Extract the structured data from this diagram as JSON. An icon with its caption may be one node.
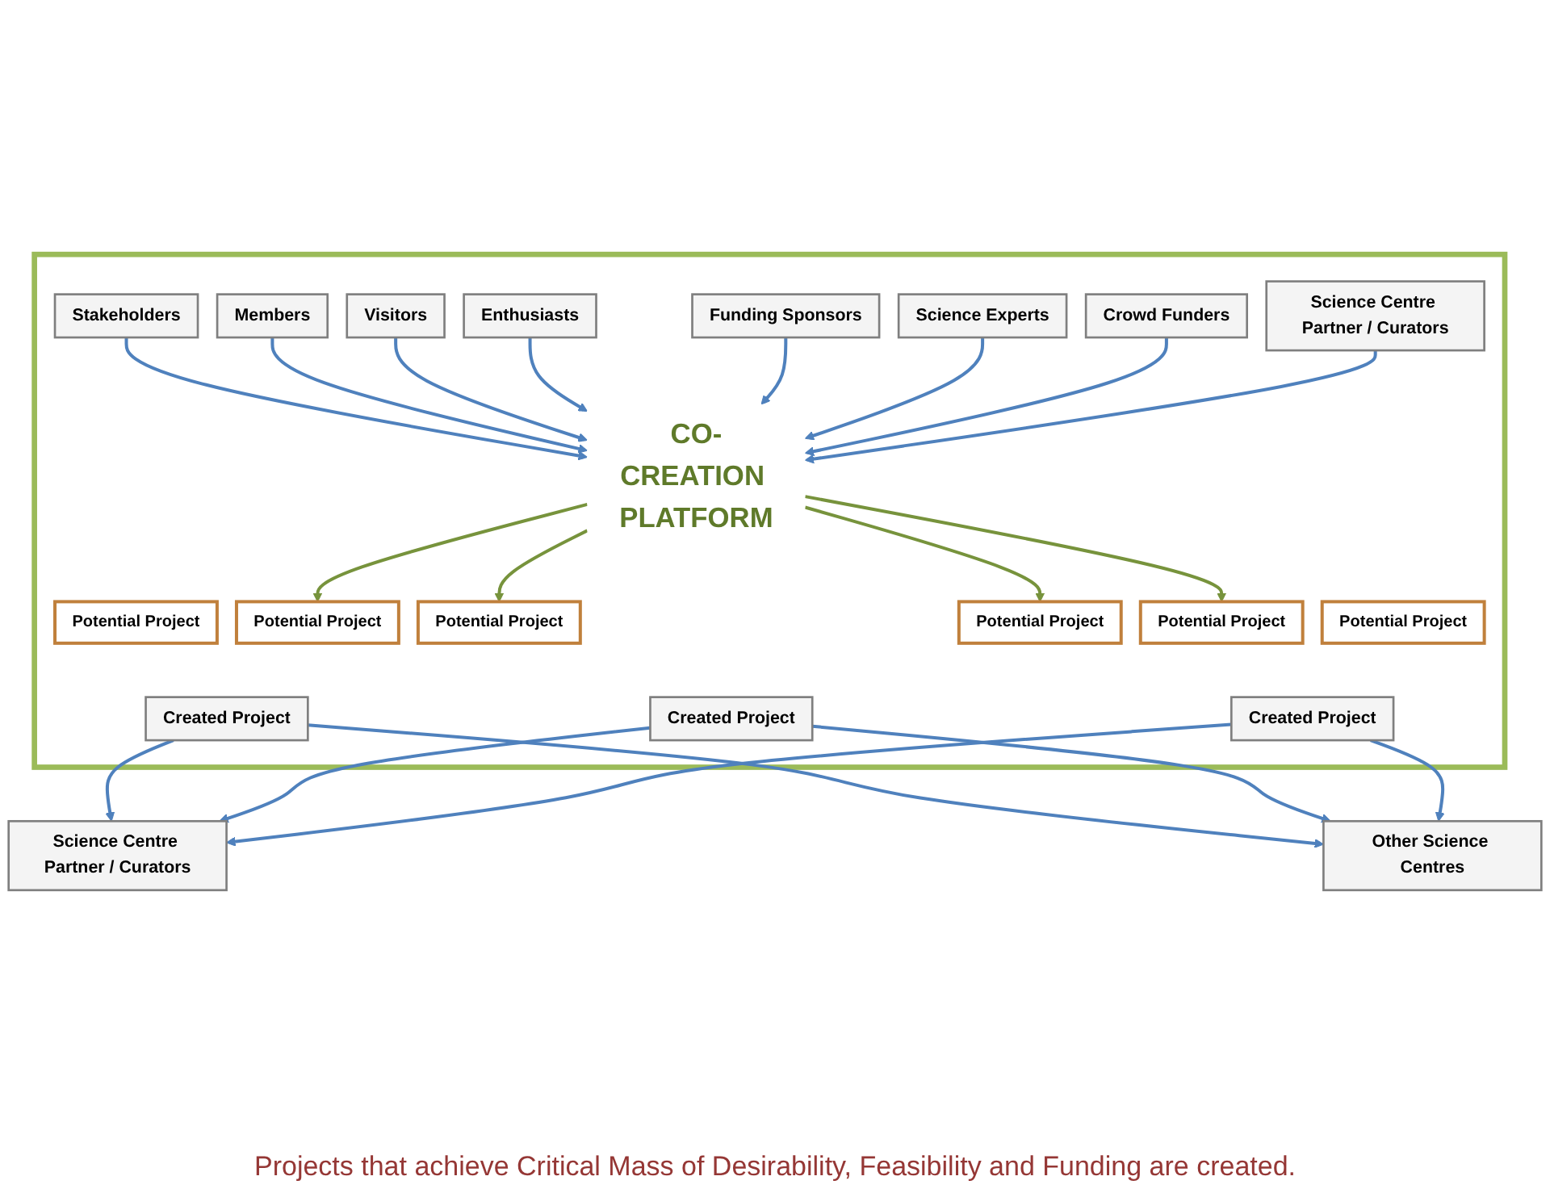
{
  "diagram": {
    "nodes": [
      {
        "text": [],
        "shape": "box"
      },
      {
        "text": [
          "Stakeholders"
        ],
        "in": 0
      },
      {
        "text": [
          "Members"
        ],
        "in": 0
      },
      {
        "text": [
          "Visitors"
        ],
        "in": 0
      },
      {
        "text": [
          "Enthusiasts"
        ],
        "in": 0
      },
      {
        "text": [
          "Funding Sponsors"
        ],
        "in": 0
      },
      {
        "text": [
          "Science Experts"
        ],
        "in": 0
      },
      {
        "text": [
          "Crowd Funders"
        ],
        "in": 0
      },
      {
        "text": [
          "Science Centre Partner / Curators"
        ],
        "in": 0
      },
      {
        "text": [
          "CO-CREATION PLATFORM"
        ],
        "in": 0
      },
      {
        "text": [
          "Potential Project"
        ],
        "in": 0
      },
      {
        "text": [
          "Potential Project"
        ],
        "in": 0
      },
      {
        "text": [
          "Potential Project"
        ],
        "in": 0
      },
      {
        "text": [
          "Potential Project"
        ],
        "in": 0
      },
      {
        "text": [
          "Potential Project"
        ],
        "in": 0
      },
      {
        "text": [
          "Potential Project"
        ],
        "in": 0
      },
      {
        "text": [
          "Created Project"
        ],
        "in": 0
      },
      {
        "text": [
          "Created Project"
        ],
        "in": 0
      },
      {
        "text": [
          "Created Project"
        ],
        "in": 0
      },
      {
        "text": [
          "Science Centre Partner / Curators"
        ]
      },
      {
        "text": [
          "Other Science Centres"
        ]
      }
    ],
    "edges": [
      {
        "from": 1,
        "to": 9,
        "arrow": "to"
      },
      {
        "from": 2,
        "to": 9,
        "arrow": "to"
      },
      {
        "from": 3,
        "to": 9,
        "arrow": "to"
      },
      {
        "from": 4,
        "to": 9,
        "arrow": "to"
      },
      {
        "from": 5,
        "to": 9,
        "arrow": "to"
      },
      {
        "from": 6,
        "to": 9,
        "arrow": "to"
      },
      {
        "from": 7,
        "to": 9,
        "arrow": "to"
      },
      {
        "from": 8,
        "to": 9,
        "arrow": "to"
      },
      {
        "from": 9,
        "to": 11,
        "arrow": "to",
        "color": "#77933c"
      },
      {
        "from": 9,
        "to": 12,
        "arrow": "to",
        "color": "#77933c"
      },
      {
        "from": 9,
        "to": 13,
        "arrow": "to",
        "color": "#77933c"
      },
      {
        "from": 9,
        "to": 14,
        "arrow": "to",
        "color": "#77933c"
      },
      {
        "from": 16,
        "to": 19,
        "arrow": "to"
      },
      {
        "from": 16,
        "to": 20,
        "arrow": "to"
      },
      {
        "from": 17,
        "to": 19,
        "arrow": "to"
      },
      {
        "from": 17,
        "to": 20,
        "arrow": "to"
      },
      {
        "from": 18,
        "to": 19,
        "arrow": "to"
      },
      {
        "from": 18,
        "to": 20,
        "arrow": "to"
      }
    ],
    "labels": [
      "Projects that achieve Critical Mass of Desirability, Feasibility and Funding are created."
    ]
  }
}
